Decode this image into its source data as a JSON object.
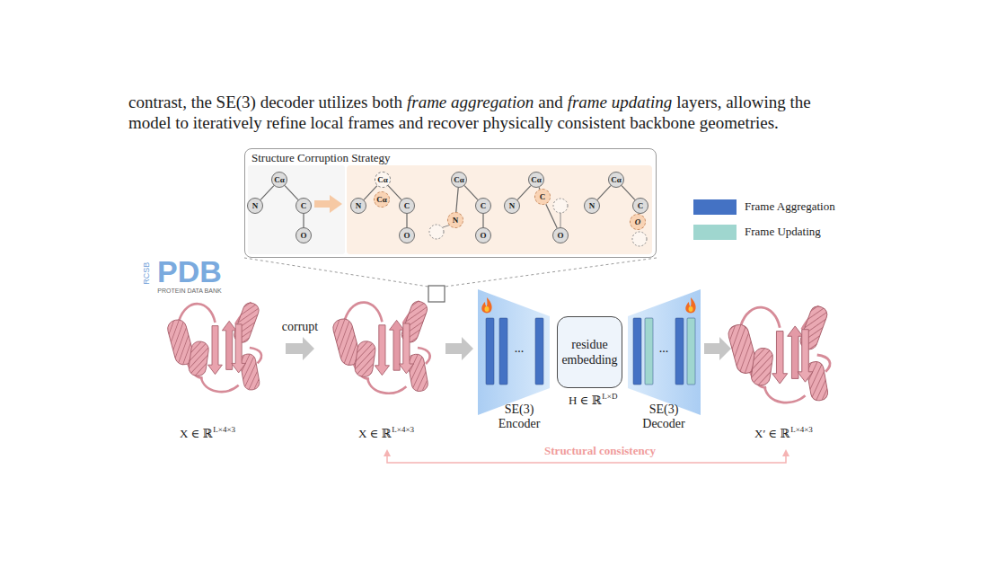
{
  "diagram": {
    "nodes": [
      {
        "text": [
          "Structure Corruption Strategy"
        ]
      },
      {
        "text": [
          "Cα"
        ],
        "in": 0
      },
      {
        "text": [
          "N"
        ],
        "in": 0
      },
      {
        "text": [
          "C"
        ],
        "in": 0
      },
      {
        "text": [
          "O"
        ],
        "in": 0
      },
      {
        "text": [
          "Cα"
        ],
        "in": 0
      },
      {
        "text": [
          "Cα"
        ],
        "in": 0
      },
      {
        "text": [
          "N"
        ],
        "in": 0
      },
      {
        "text": [
          "C"
        ],
        "in": 0
      },
      {
        "text": [
          "O"
        ],
        "in": 0
      },
      {
        "text": [
          "Cα"
        ],
        "in": 0
      },
      {
        "text": [
          "N"
        ],
        "in": 0
      },
      {
        "text": [
          "C"
        ],
        "in": 0
      },
      {
        "text": [
          "O"
        ],
        "in": 0
      },
      {
        "text": [
          "Cα"
        ],
        "in": 0
      },
      {
        "text": [
          "N"
        ],
        "in": 0
      },
      {
        "text": [
          "C"
        ],
        "in": 0
      },
      {
        "text": [
          "O"
        ],
        "in": 0
      },
      {
        "text": [
          "Cα"
        ],
        "in": 0
      },
      {
        "text": [
          "N"
        ],
        "in": 0
      },
      {
        "text": [
          "C"
        ],
        "in": 0
      },
      {
        "text": [
          "O"
        ],
        "in": 0
      },
      {
        "text": [
          "...",
          "SE(3) Encoder"
        ]
      },
      {
        "text": [
          "residue embedding"
        ]
      },
      {
        "text": [
          "...",
          "SE(3) Decoder"
        ]
      }
    ],
    "edges": [
      {
        "from": 1,
        "to": 2,
        "arrow": "none"
      },
      {
        "from": 1,
        "to": 3,
        "arrow": "none"
      },
      {
        "from": 3,
        "to": 4,
        "arrow": "none"
      },
      {
        "from": 5,
        "to": 7,
        "arrow": "none"
      },
      {
        "from": 5,
        "to": 8,
        "arrow": "none"
      },
      {
        "from": 8,
        "to": 9,
        "arrow": "none"
      },
      {
        "from": 10,
        "to": 11,
        "arrow": "none"
      },
      {
        "from": 10,
        "to": 12,
        "arrow": "none"
      },
      {
        "from": 12,
        "to": 13,
        "arrow": "none"
      },
      {
        "from": 14,
        "to": 15,
        "arrow": "none"
      },
      {
        "from": 14,
        "to": 16,
        "arrow": "none"
      },
      {
        "from": 16,
        "to": 17,
        "arrow": "none"
      },
      {
        "from": 18,
        "to": 19,
        "arrow": "none"
      },
      {
        "from": 18,
        "to": 20,
        "arrow": "none"
      },
      {
        "from": 20,
        "to": 21,
        "arrow": "none"
      }
    ],
    "labels": [
      "contrast, the SE(3) decoder utilizes both",
      "frame aggregation",
      "and",
      "frame updating",
      "layers, allowing the",
      "model to iteratively refine local frames and recover physically consistent backbone geometries.",
      "RCSB",
      "PDB",
      "PROTEIN DATA BANK",
      "corrupt",
      "X ∈ ℝ",
      "L×4×3",
      "X ∈ ℝ",
      "L×4×3",
      "H ∈ ℝ",
      "L×D",
      "X′ ∈ ℝ",
      "L×4×3",
      "Structural consistency"
    ],
    "legend": [
      {
        "text": "Frame Aggregation",
        "color": "#4472c4"
      },
      {
        "text": "Frame Updating",
        "color": "#9fd6cf"
      }
    ]
  }
}
